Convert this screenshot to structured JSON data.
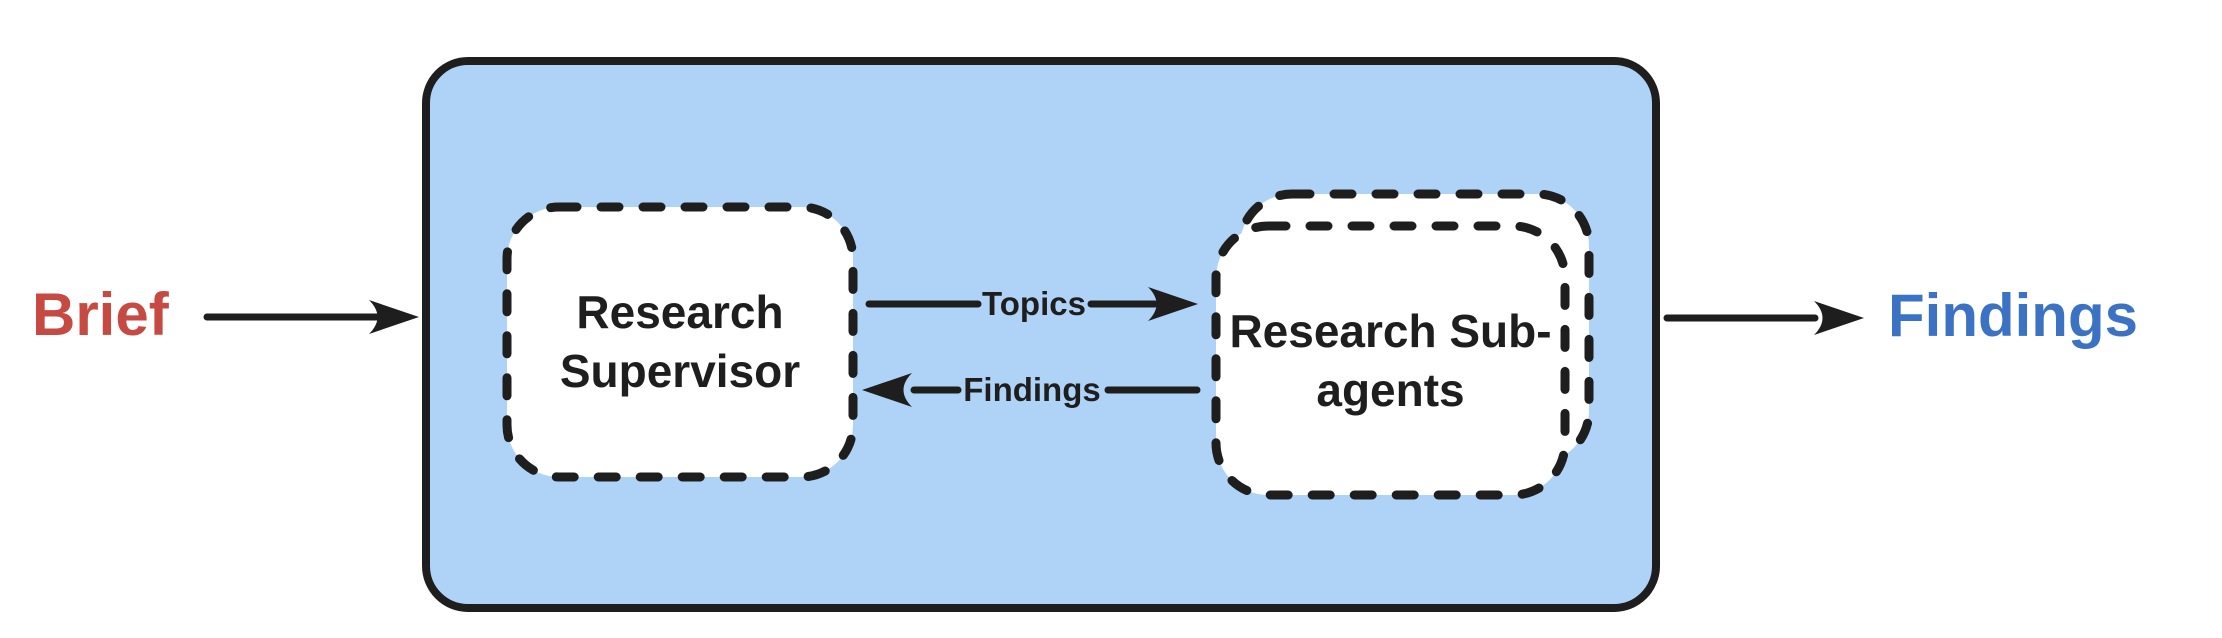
{
  "diagram": {
    "external": {
      "input_label": "Brief",
      "output_label": "Findings"
    },
    "nodes": {
      "supervisor_label": "Research Supervisor",
      "subagents_label": "Research Sub-agents"
    },
    "edges": {
      "topics_label": "Topics",
      "findings_label": "Findings"
    },
    "colors": {
      "input_text": "#C74A42",
      "output_text": "#3C72C4",
      "container_fill": "#AFD3F7",
      "node_fill": "#FFFFFF",
      "stroke": "#1E1E1E",
      "node_text": "#1E1E1E"
    }
  }
}
